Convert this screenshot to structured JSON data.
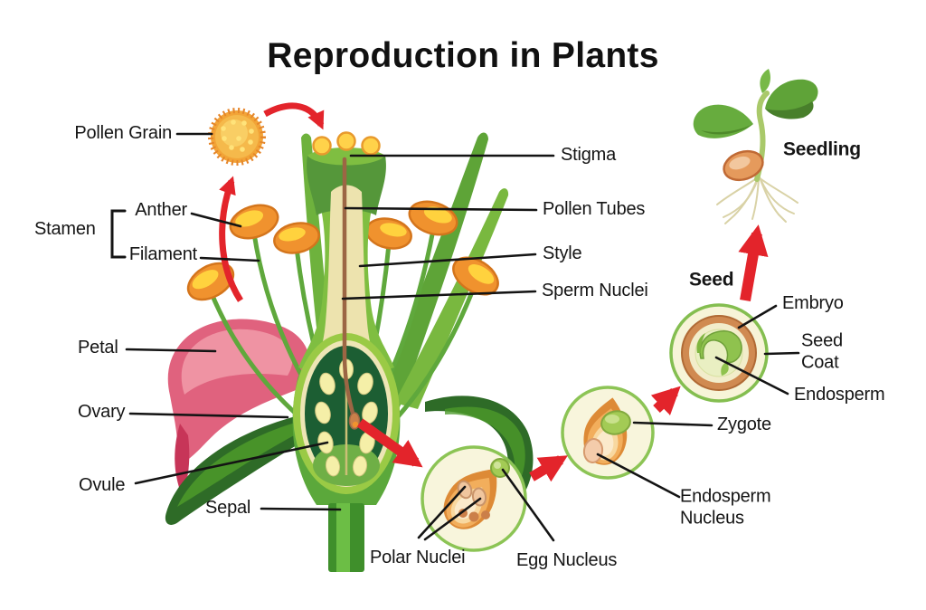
{
  "title": "Reproduction in Plants",
  "labels": {
    "pollen_grain": "Pollen Grain",
    "stamen": "Stamen",
    "anther": "Anther",
    "filament": "Filament",
    "petal": "Petal",
    "ovary": "Ovary",
    "ovule": "Ovule",
    "sepal": "Sepal",
    "stigma": "Stigma",
    "pollen_tubes": "Pollen Tubes",
    "style": "Style",
    "sperm_nuclei": "Sperm Nuclei",
    "polar_nuclei": "Polar Nuclei",
    "egg_nucleus": "Egg Nucleus",
    "zygote": "Zygote",
    "endosperm_nucleus": "Endosperm Nucleus",
    "seed": "Seed",
    "embryo": "Embryo",
    "seed_coat": "Seed Coat",
    "endosperm": "Endosperm",
    "seedling": "Seedling"
  },
  "colors": {
    "background": "#ffffff",
    "text": "#151515",
    "connector_line": "#141414",
    "arrow_red": "#e3242b",
    "leaf_green": "#7fbe41",
    "dark_sepal_green": "#2e6b27",
    "ovary_interior_green": "#1c5e33",
    "anther_orange": "#f0922e",
    "pollen_yellow": "#f8c049",
    "petal_pink": "#e0627e",
    "ovule_cream": "#f5efa8",
    "circle_background": "#f8f5dc",
    "circle_border": "#8cc455",
    "seed_coat_brown": "#d08a51",
    "embryo_green": "#8fc24e"
  }
}
